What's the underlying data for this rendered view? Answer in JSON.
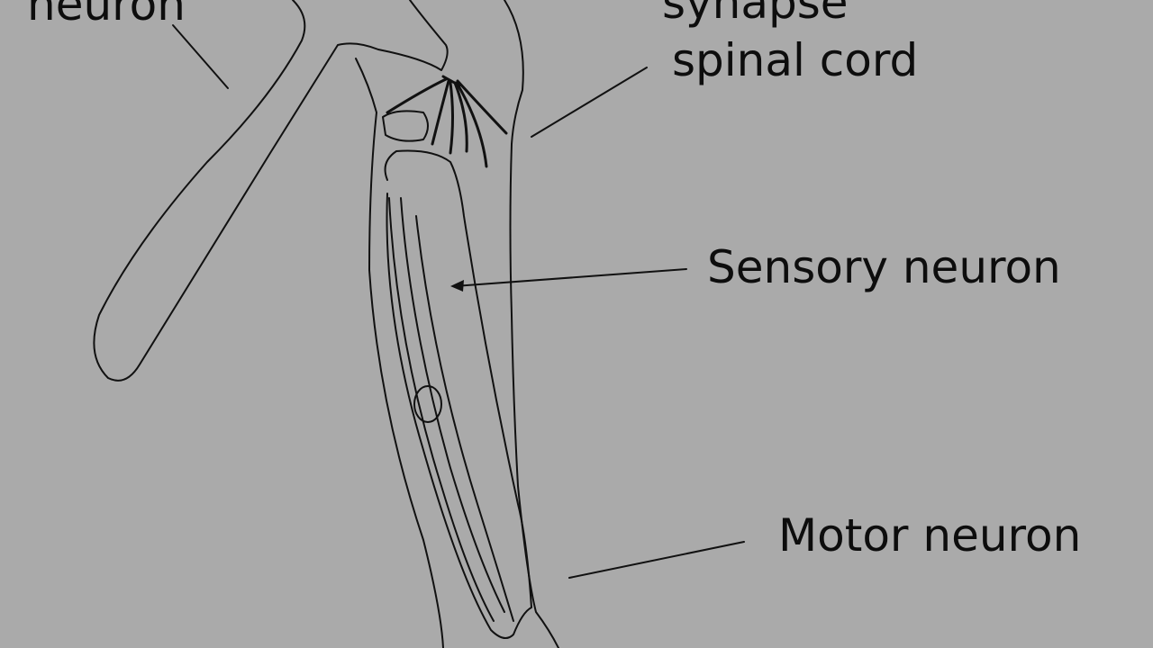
{
  "labels": {
    "neuron_top": "neuron",
    "synapse": "synapse",
    "spinal_cord": "spinal cord",
    "sensory_neuron": "Sensory neuron",
    "motor_neuron": "Motor neuron"
  },
  "colors": {
    "background": "#aaaaaa",
    "ink": "#0d0d0d"
  }
}
